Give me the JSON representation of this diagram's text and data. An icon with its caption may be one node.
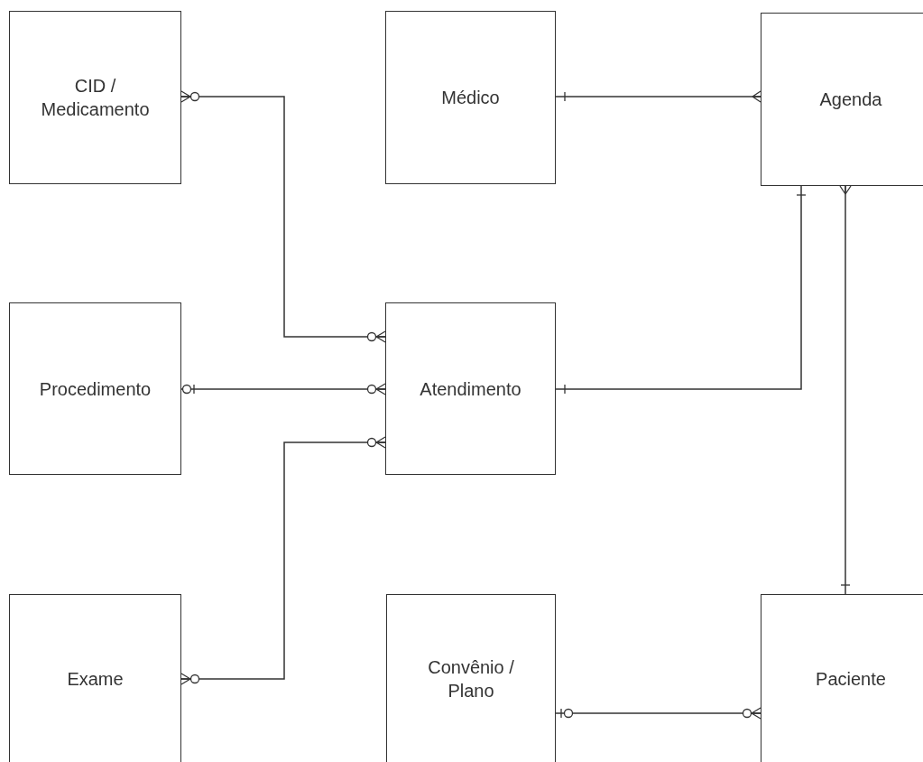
{
  "diagram": {
    "nodes": [
      {
        "text": [
          "CID / Medicamento"
        ]
      },
      {
        "text": [
          "Médico"
        ]
      },
      {
        "text": [
          "Agenda"
        ]
      },
      {
        "text": [
          "Procedimento"
        ]
      },
      {
        "text": [
          "Atendimento"
        ]
      },
      {
        "text": [
          "Exame"
        ]
      },
      {
        "text": [
          "Convênio / Plano"
        ]
      },
      {
        "text": [
          "Paciente"
        ]
      }
    ],
    "edges": [
      {
        "from": 0,
        "to": 4,
        "arrow": "other"
      },
      {
        "from": 3,
        "to": 4,
        "arrow": "other"
      },
      {
        "from": 5,
        "to": 4,
        "arrow": "other"
      },
      {
        "from": 1,
        "to": 2,
        "arrow": "other"
      },
      {
        "from": 2,
        "to": 4,
        "arrow": "other"
      },
      {
        "from": 2,
        "to": 7,
        "arrow": "other"
      },
      {
        "from": 6,
        "to": 7,
        "arrow": "other"
      }
    ]
  }
}
